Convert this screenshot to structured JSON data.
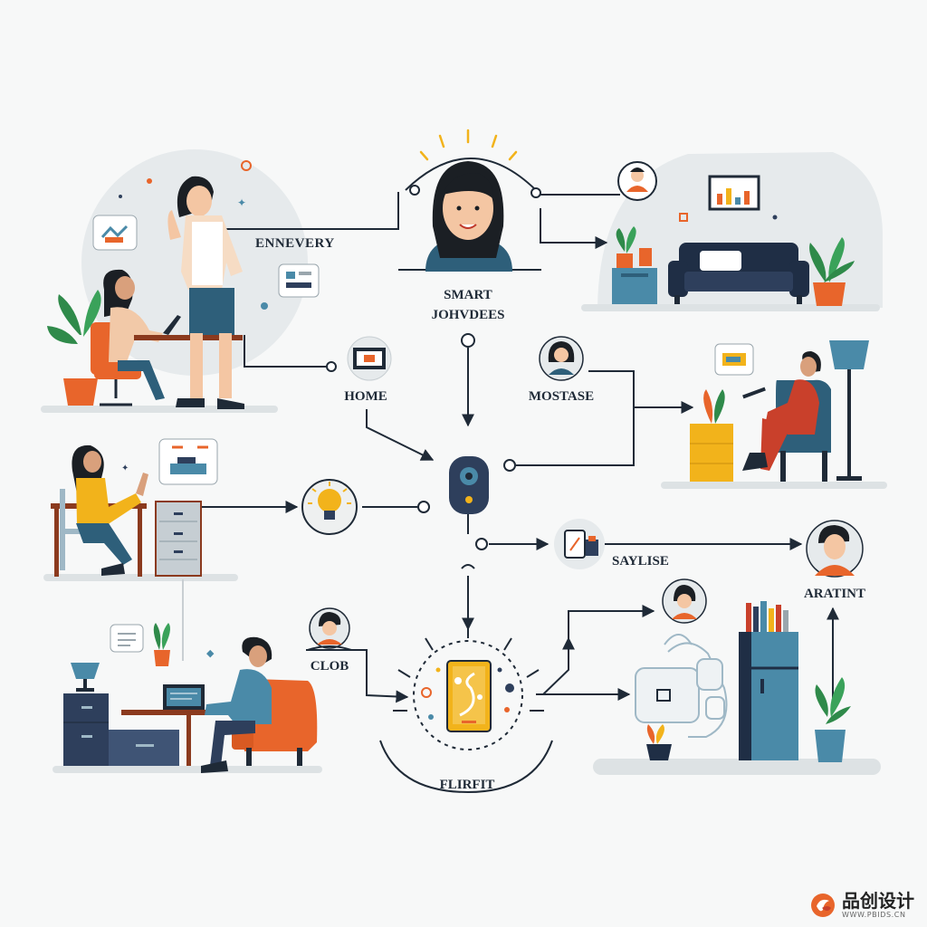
{
  "nodes": {
    "ennevery": "ENNEVERY",
    "smart_title": [
      "SMART",
      "JOHVDEES"
    ],
    "home": "HOME",
    "mostase": "MOSTASE",
    "saylise": "SAYLISE",
    "aratint": "ARATINT",
    "clob": "CLOB",
    "flirfit": "FLIRFIT"
  },
  "watermark": {
    "big": "品创设计",
    "small": "WWW.PBIDS.CN"
  },
  "colors": {
    "ink": "#1f2a37",
    "orange": "#e8652b",
    "navy": "#2e3f5c",
    "teal": "#4a8aa8",
    "yellow": "#f2b31b",
    "plant": "#2f8a4a",
    "bg_circle": "#e6eaec",
    "floor": "#dde2e4"
  },
  "icons": [
    "person-icon",
    "lightbulb-icon",
    "smart-speaker-icon",
    "phone-icon",
    "monitor-icon",
    "sofa-icon",
    "lamp-icon",
    "plant-icon",
    "chat-bubble-icon"
  ]
}
